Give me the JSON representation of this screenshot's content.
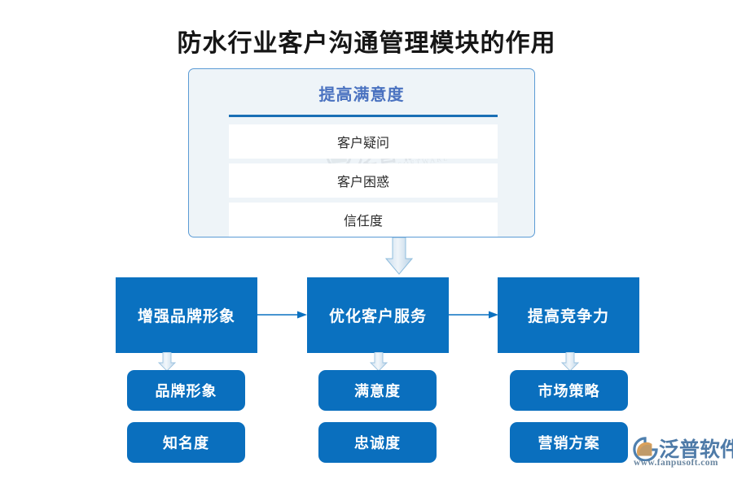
{
  "page": {
    "title": "防水行业客户沟通管理模块的作用",
    "background_color": "#ffffff",
    "accent_blue": "#0a71c0",
    "card_bg": "#eef4f8",
    "card_border": "#5b9bd5",
    "header_text_color": "#4a72c0"
  },
  "top_card": {
    "header": "提高满意度",
    "rows": [
      {
        "label": "客户疑问"
      },
      {
        "label": "客户困惑"
      },
      {
        "label": "信任度"
      }
    ],
    "watermark": {
      "text": "泛普软件",
      "sub": "FANPU SOFTWARE"
    }
  },
  "flow": {
    "columns": [
      {
        "title": "增强品牌形象",
        "children": [
          {
            "label": "品牌形象"
          },
          {
            "label": "知名度"
          }
        ]
      },
      {
        "title": "优化客户服务",
        "children": [
          {
            "label": "满意度"
          },
          {
            "label": "忠诚度"
          }
        ]
      },
      {
        "title": "提高竞争力",
        "children": [
          {
            "label": "市场策略"
          },
          {
            "label": "营销方案"
          }
        ]
      }
    ]
  },
  "logo": {
    "name": "泛普软件",
    "url": "www.fanpusoft.com",
    "mark_color_primary": "#4e7fae",
    "mark_color_accent": "#d9a05b"
  }
}
